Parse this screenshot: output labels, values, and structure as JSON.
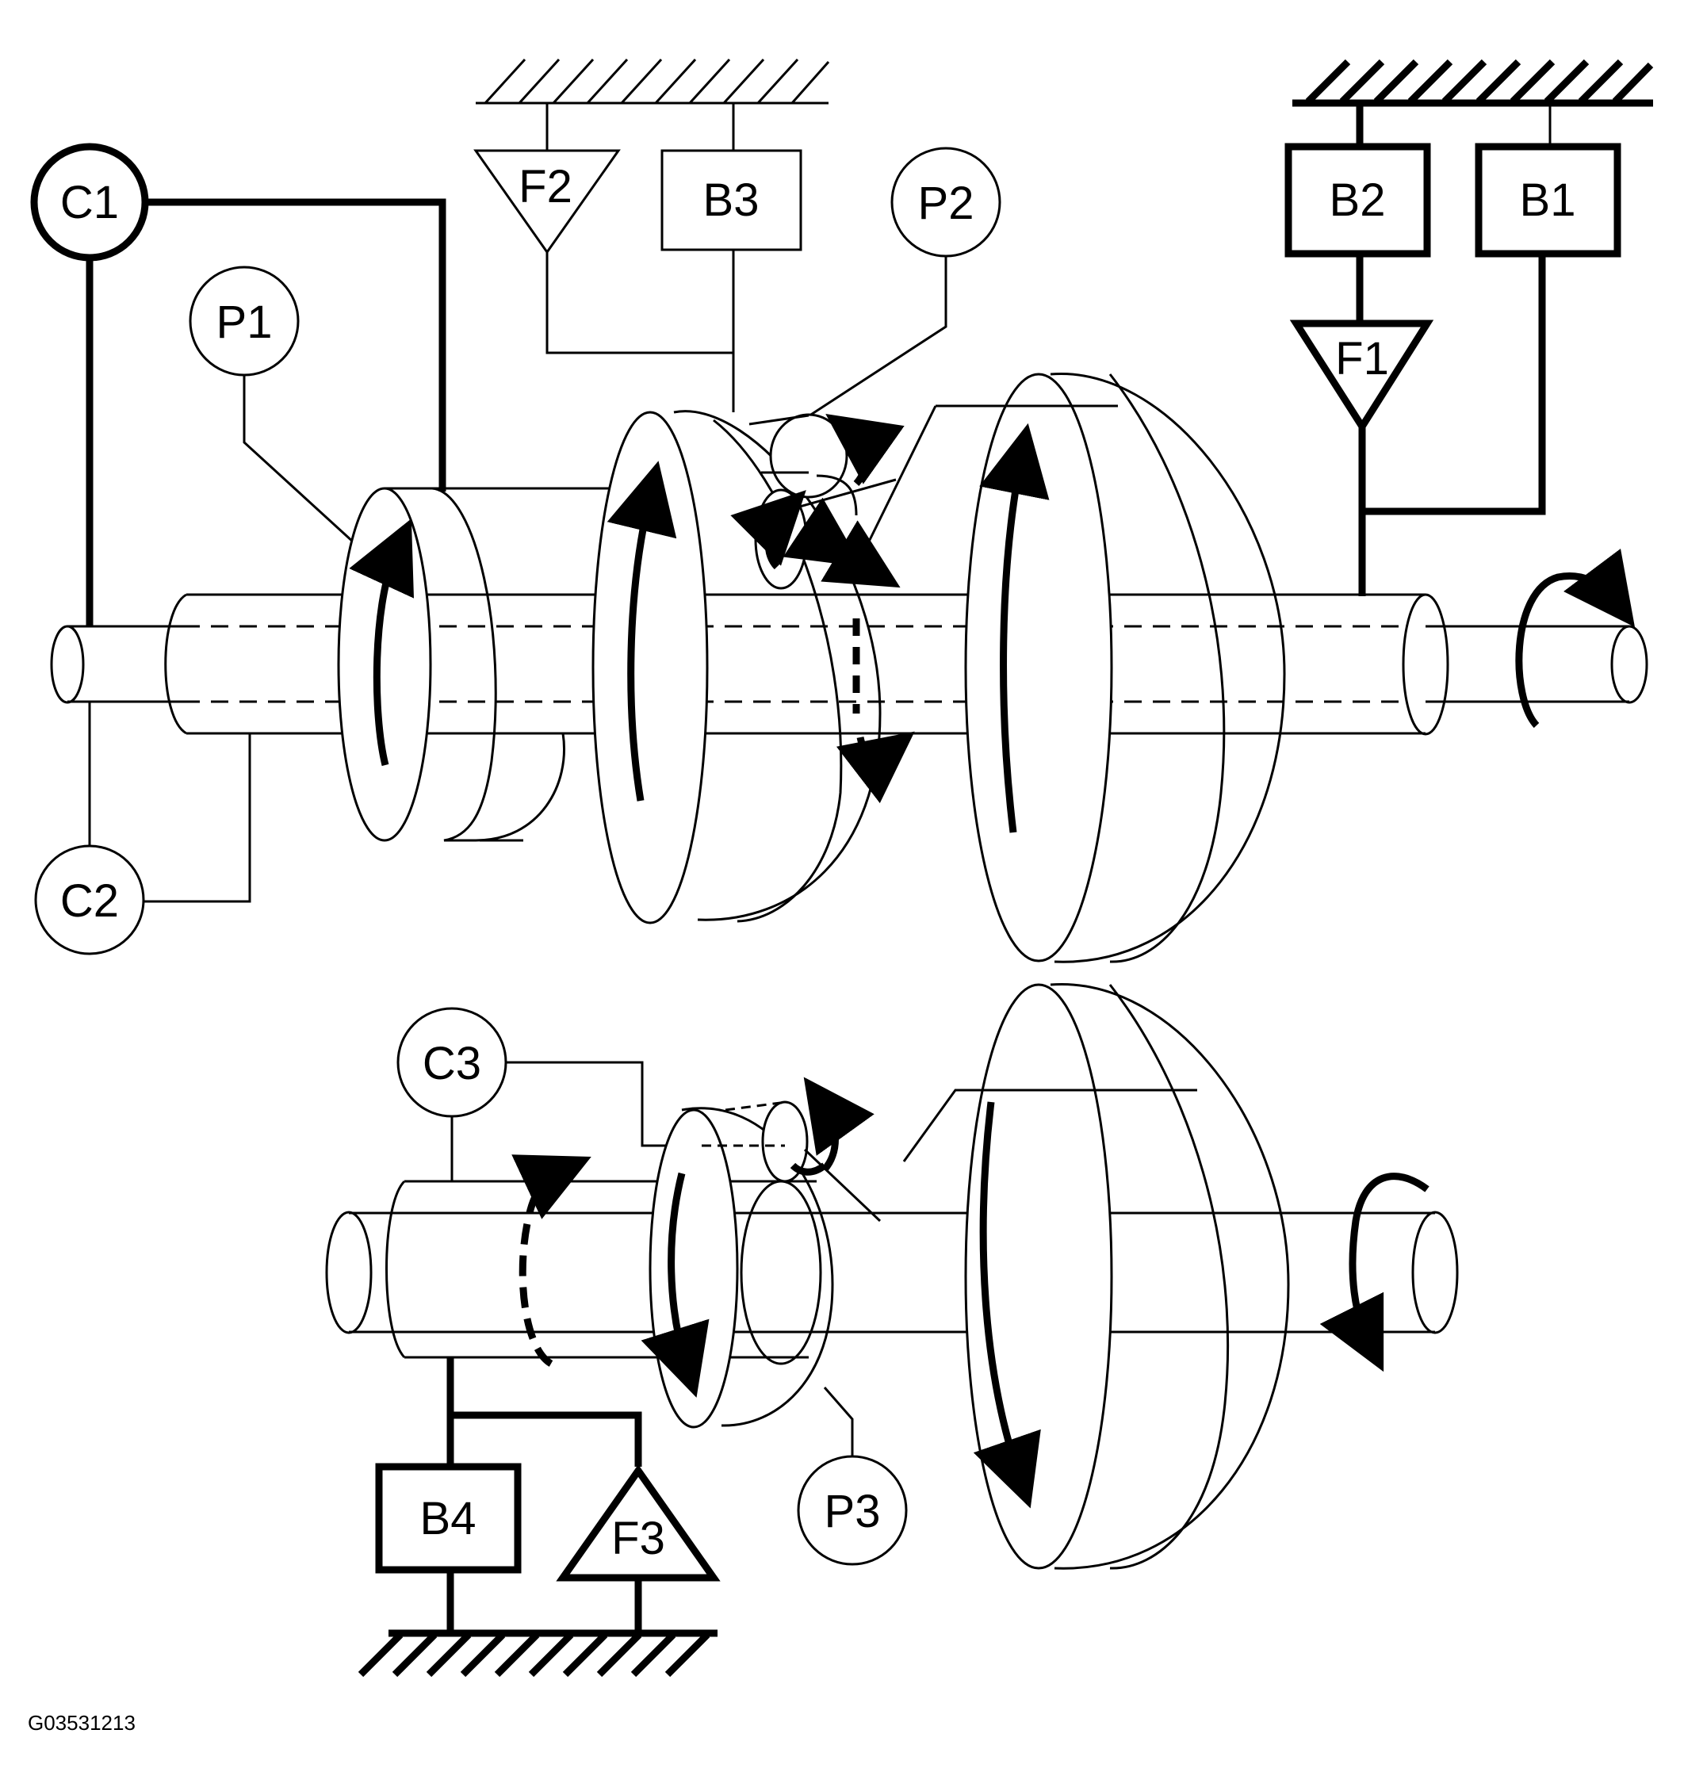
{
  "labels": {
    "c1": "C1",
    "c2": "C2",
    "c3": "C3",
    "p1": "P1",
    "p2": "P2",
    "p3": "P3",
    "b1": "B1",
    "b2": "B2",
    "b3": "B3",
    "b4": "B4",
    "f1": "F1",
    "f2": "F2",
    "f3": "F3"
  },
  "figure_code": "G03531213"
}
